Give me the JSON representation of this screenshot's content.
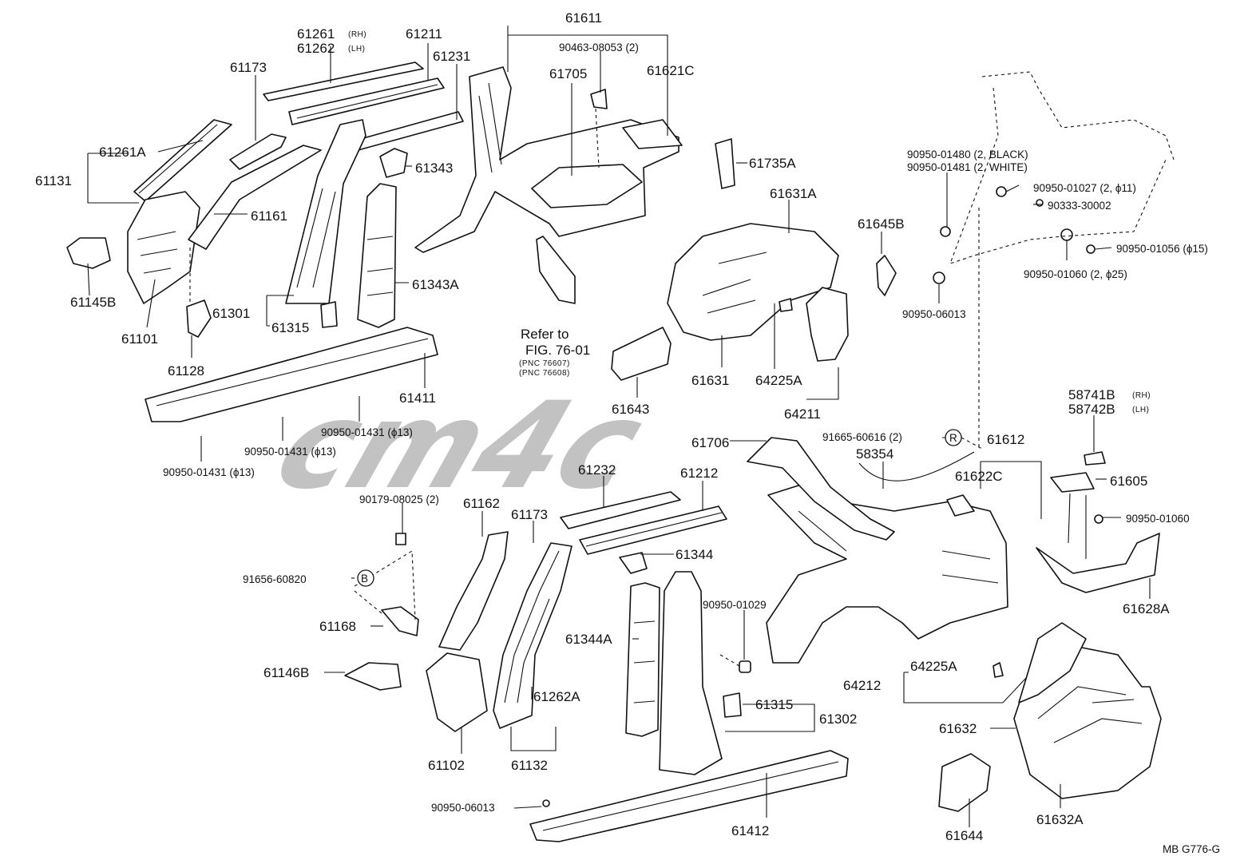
{
  "diagram": {
    "watermark": "cm4c",
    "footer": "MB  G776-G",
    "refer": [
      "Refer to",
      "FIG. 76-01",
      "(PNC 76607)",
      "(PNC 76608)"
    ],
    "labels": {
      "p61261": "61261",
      "p61262": "61262",
      "rh1": "(RH)",
      "lh1": "(LH)",
      "p61211": "61211",
      "p61611": "61611",
      "p90463": "90463-08053 (2)",
      "p61621C": "61621C",
      "p61173a": "61173",
      "p61231": "61231",
      "p61705": "61705",
      "p61261A": "61261A",
      "p61131": "61131",
      "p61343": "61343",
      "p61161": "61161",
      "p61145B": "61145B",
      "p61101": "61101",
      "p61128": "61128",
      "p61301": "61301",
      "p61315a": "61315",
      "p61343A": "61343A",
      "p61411": "61411",
      "p90950_01431_a": "90950-01431 (ϕ13)",
      "p90950_01431_b": "90950-01431 (ϕ13)",
      "p90950_01431_c": "90950-01431 (ϕ13)",
      "p61735A": "61735A",
      "p61631A": "61631A",
      "p61645B": "61645B",
      "p61631": "61631",
      "p64225Aa": "64225A",
      "p64211": "64211",
      "p61643": "61643",
      "p90950_01480": "90950-01480 (2, BLACK)",
      "p90950_01481": "90950-01481 (2, WHITE)",
      "p90950_01027": "90950-01027 (2, ϕ11)",
      "p90333": "90333-30002",
      "p90950_01056": "90950-01056 (ϕ15)",
      "p90950_01060a": "90950-01060 (2, ϕ25)",
      "p90950_06013a": "90950-06013",
      "p61706": "61706",
      "p91665": "91665-60616 (2)",
      "p58354": "58354",
      "p61612": "61612",
      "p58741B": "58741B",
      "p58742B": "58742B",
      "rh2": "(RH)",
      "lh2": "(LH)",
      "p61622C": "61622C",
      "p61605": "61605",
      "p90950_01060b": "90950-01060",
      "p61628A": "61628A",
      "p61232": "61232",
      "p61212": "61212",
      "p90179": "90179-08025 (2)",
      "p61162": "61162",
      "p61173b": "61173",
      "p91656": "91656-60820",
      "p61344": "61344",
      "p61168": "61168",
      "p90950_01029": "90950-01029",
      "p61344A": "61344A",
      "p61146B": "61146B",
      "p61262A": "61262A",
      "p61315b": "61315",
      "p61302": "61302",
      "p61102": "61102",
      "p61132": "61132",
      "p90950_06013b": "90950-06013",
      "p61412": "61412",
      "p64212": "64212",
      "p64225Ab": "64225A",
      "p61632": "61632",
      "p61644": "61644",
      "p61632A": "61632A",
      "circleB": "B",
      "circleR": "R"
    }
  }
}
